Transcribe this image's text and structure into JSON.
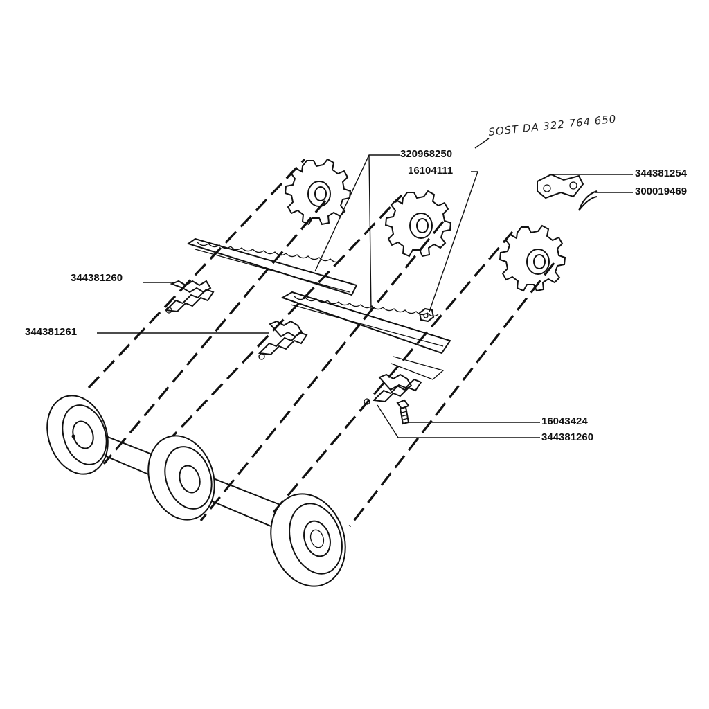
{
  "note": {
    "text": "SOST DA 322 764 650"
  },
  "parts": [
    {
      "id": "p1",
      "number": "320968250"
    },
    {
      "id": "p2",
      "number": "16104111"
    },
    {
      "id": "p3",
      "number": "344381254"
    },
    {
      "id": "p4",
      "number": "300019469"
    },
    {
      "id": "p5",
      "number": "344381260"
    },
    {
      "id": "p6",
      "number": "344381261"
    },
    {
      "id": "p7",
      "number": "16043424"
    },
    {
      "id": "p8",
      "number": "344381260"
    }
  ],
  "colors": {
    "ink": "#111111",
    "paper": "#ffffff"
  }
}
